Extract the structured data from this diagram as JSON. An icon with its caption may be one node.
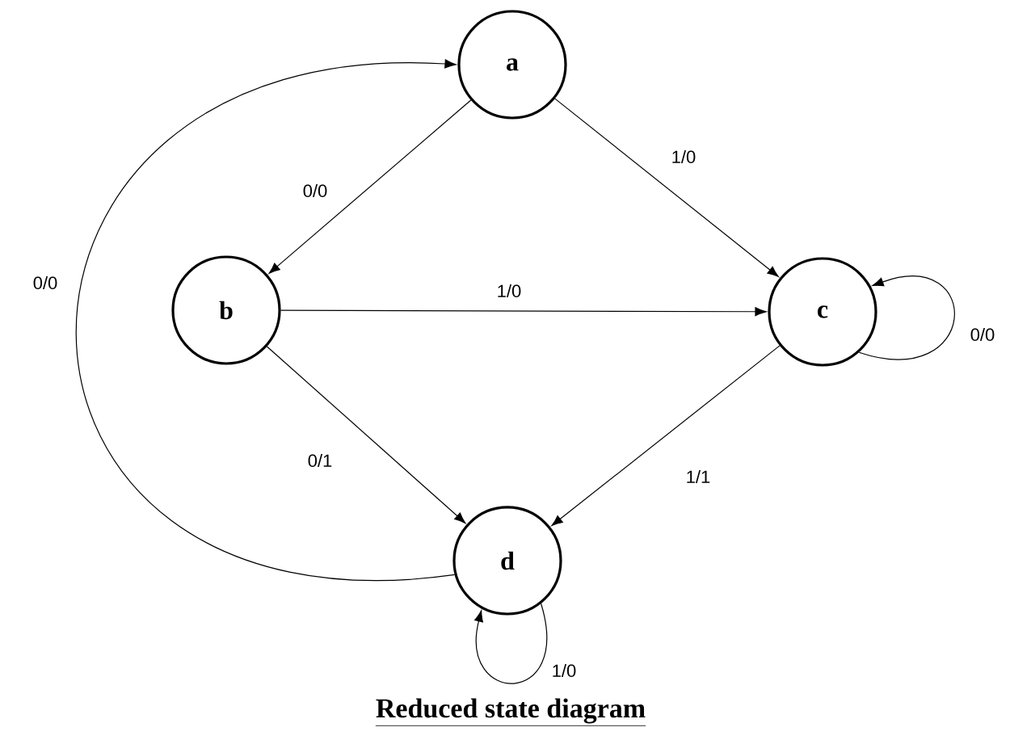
{
  "diagram": {
    "caption": "Reduced state diagram",
    "nodes": [
      {
        "text": [
          "a"
        ]
      },
      {
        "text": [
          "b"
        ]
      },
      {
        "text": [
          "c"
        ]
      },
      {
        "text": [
          "d"
        ]
      }
    ],
    "edges": [
      {
        "from": 0,
        "to": 1,
        "arrow": "to",
        "label": "0/0"
      },
      {
        "from": 0,
        "to": 2,
        "arrow": "to",
        "label": "1/0"
      },
      {
        "from": 1,
        "to": 2,
        "arrow": "to",
        "label": "1/0"
      },
      {
        "from": 2,
        "to": 2,
        "arrow": "to",
        "label": "0/0"
      },
      {
        "from": 1,
        "to": 3,
        "arrow": "to",
        "label": "0/1"
      },
      {
        "from": 2,
        "to": 3,
        "arrow": "to",
        "label": "1/1"
      },
      {
        "from": 3,
        "to": 0,
        "arrow": "to",
        "label": "0/0"
      },
      {
        "from": 3,
        "to": 3,
        "arrow": "to",
        "label": "1/0"
      }
    ]
  }
}
